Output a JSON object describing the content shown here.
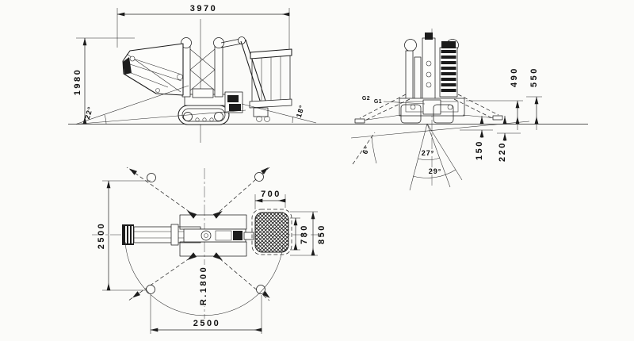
{
  "colors": {
    "paper": "#fbfbf9",
    "ink": "#1c1c1c"
  },
  "side_view": {
    "overall_length": "3970",
    "overall_height": "1980",
    "front_slope_angle": "22°",
    "rear_slope_angle": "18°"
  },
  "front_view": {
    "label_g2": "G2",
    "label_g1": "G1",
    "height_490": "490",
    "height_550": "550",
    "clearance_150": "150",
    "clearance_220": "220",
    "tilt_6": "6°",
    "tilt_27": "27°",
    "tilt_29": "29°"
  },
  "plan_view": {
    "outrigger_span_side": "2500",
    "outrigger_span_bottom": "2500",
    "basket_width": "700",
    "basket_depth": "780",
    "basket_overall": "850",
    "slew_radius": "R.1800"
  }
}
